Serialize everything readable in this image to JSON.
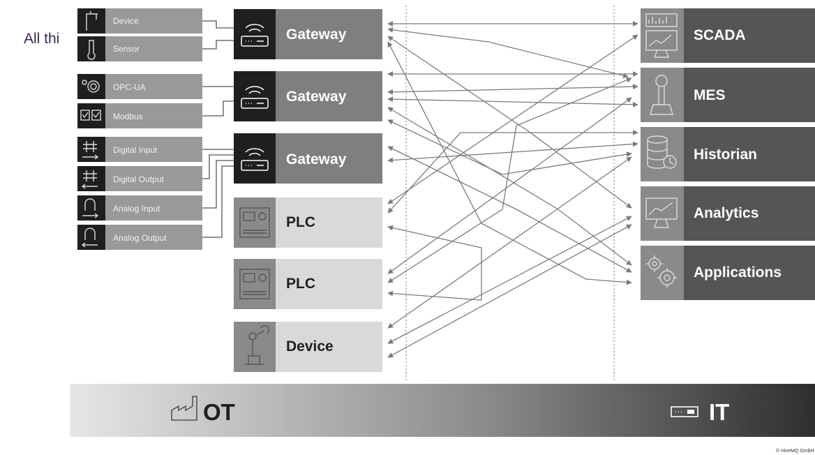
{
  "cut_text": "All thi",
  "left_sources": [
    {
      "label": "Device",
      "icon": "crane-icon"
    },
    {
      "label": "Sensor",
      "icon": "thermometer-icon"
    },
    {
      "label": "OPC-UA",
      "icon": "opcua-icon"
    },
    {
      "label": "Modbus",
      "icon": "modbus-icon"
    },
    {
      "label": "Digital Input",
      "icon": "digital-input-icon"
    },
    {
      "label": "Digital Output",
      "icon": "digital-output-icon"
    },
    {
      "label": "Analog Input",
      "icon": "analog-input-icon"
    },
    {
      "label": "Analog Output",
      "icon": "analog-output-icon"
    }
  ],
  "ot_nodes": [
    {
      "label": "Gateway",
      "kind": "gateway"
    },
    {
      "label": "Gateway",
      "kind": "gateway"
    },
    {
      "label": "Gateway",
      "kind": "gateway"
    },
    {
      "label": "PLC",
      "kind": "plc"
    },
    {
      "label": "PLC",
      "kind": "plc"
    },
    {
      "label": "Device",
      "kind": "device"
    }
  ],
  "it_systems": [
    {
      "label": "SCADA",
      "icon": "scada-icon"
    },
    {
      "label": "MES",
      "icon": "joystick-icon"
    },
    {
      "label": "Historian",
      "icon": "database-clock-icon"
    },
    {
      "label": "Analytics",
      "icon": "chart-monitor-icon"
    },
    {
      "label": "Applications",
      "icon": "gears-icon"
    }
  ],
  "band": {
    "ot_label": "OT",
    "it_label": "IT"
  },
  "copyright": "© HiveMQ GmbH",
  "colors": {
    "gateway": "#7f7f7f",
    "plc": "#d9d9d9",
    "it_box": "#555555",
    "it_icon_bg": "#8a8a8a",
    "dark_icon": "#1f1f1f",
    "source_box": "#999999"
  }
}
